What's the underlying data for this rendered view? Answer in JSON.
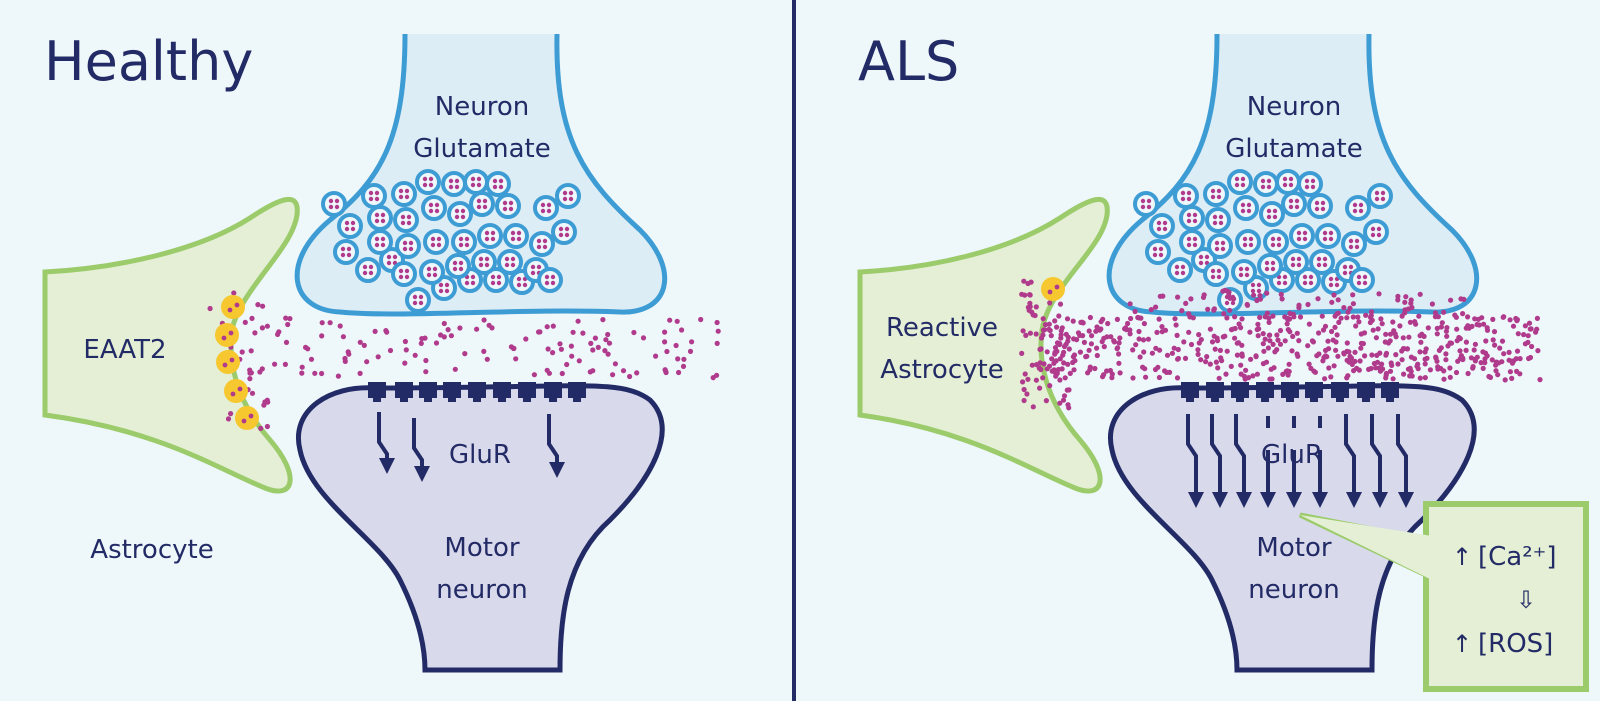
{
  "colors": {
    "background": "#eef7fa",
    "dark_navy": "#232b66",
    "neuron_blue": "#3e9cd4",
    "neuron_fill": "#dcedf5",
    "astrocyte_green": "#9bcb6a",
    "astrocyte_fill": "#e4efd5",
    "motor_fill": "#d9d9ec",
    "glutamate_dot": "#b03a8c",
    "eaat2_yellow": "#f7c72f"
  },
  "panels": [
    {
      "id": "healthy",
      "title": "Healthy",
      "neuron_label": [
        "Neuron",
        "Glutamate"
      ],
      "astrocyte_label": [
        "EAAT2"
      ],
      "astrocyte_caption": "Astrocyte",
      "receptor_label": "GluR",
      "motor_label": [
        "Motor",
        "neuron"
      ],
      "eaat2_transporter_count": 5,
      "influx_arrow_count": 3,
      "glutamate_level": "low"
    },
    {
      "id": "als",
      "title": "ALS",
      "neuron_label": [
        "Neuron",
        "Glutamate"
      ],
      "astrocyte_label": [
        "Reactive",
        "Astrocyte"
      ],
      "astrocyte_caption": "",
      "receptor_label": "GluR",
      "motor_label": [
        "Motor",
        "neuron"
      ],
      "eaat2_transporter_count": 1,
      "influx_arrow_count": 9,
      "glutamate_level": "high",
      "callout": {
        "line1": "[Ca²⁺]",
        "line2": "[ROS]",
        "up_arrow": "↑",
        "down_arrow": "⇩"
      }
    }
  ]
}
